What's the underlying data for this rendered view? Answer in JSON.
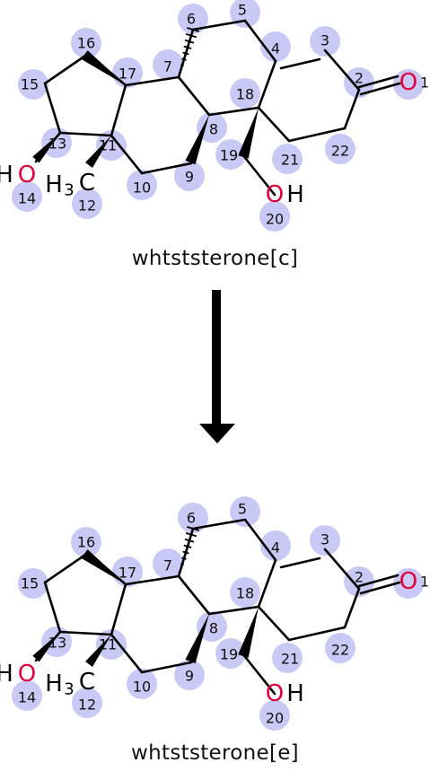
{
  "reaction": {
    "reactant_name": "whtststerone[c]",
    "product_name": "whtststerone[e]"
  },
  "colors": {
    "highlight": "#c9c9f5",
    "bond": "#000000",
    "oxygen": "#e0003c",
    "hydrogen_text": "#000000",
    "arrow": "#000000"
  },
  "atom_numbers": [
    "1",
    "2",
    "3",
    "4",
    "5",
    "6",
    "7",
    "8",
    "9",
    "10",
    "11",
    "12",
    "13",
    "14",
    "15",
    "16",
    "17",
    "18",
    "19",
    "20",
    "21",
    "22"
  ],
  "hetero_labels": {
    "ketone_o": "O",
    "hydroxyl_13_o": "O",
    "hydroxyl_13_h": "H",
    "methyl_c": "C",
    "methyl_h": "H",
    "methyl_sub": "3",
    "hydroxyl_19_o": "O",
    "hydroxyl_19_h": "H"
  }
}
